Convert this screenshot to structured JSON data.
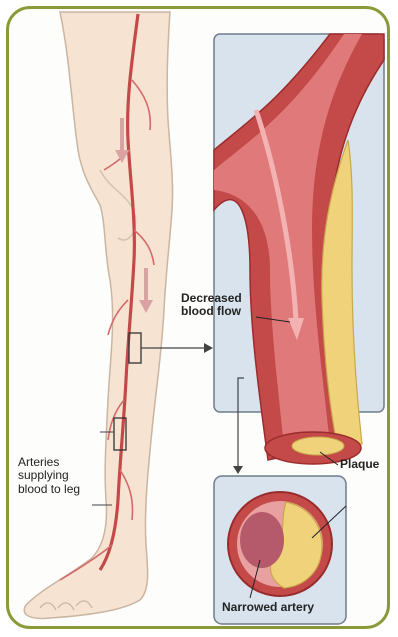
{
  "labels": {
    "decreased_flow": "Decreased\nblood flow",
    "arteries_supplying": "Arteries\nsupplying\nblood to leg",
    "plaque": "Plaque",
    "narrowed_artery": "Narrowed artery"
  },
  "colors": {
    "frame_border": "#8b9a38",
    "skin": "#f6e3d2",
    "skin_outline": "#c9b5a2",
    "artery": "#c44a4a",
    "artery_dark": "#9b2c2c",
    "artery_wall": "#e07a7a",
    "plaque": "#f0d27a",
    "panel_bg": "#d9e3ee",
    "panel_border": "#6f7d8c"
  },
  "icons": [
    "flow-arrow-icon",
    "callout-arrow-icon"
  ]
}
